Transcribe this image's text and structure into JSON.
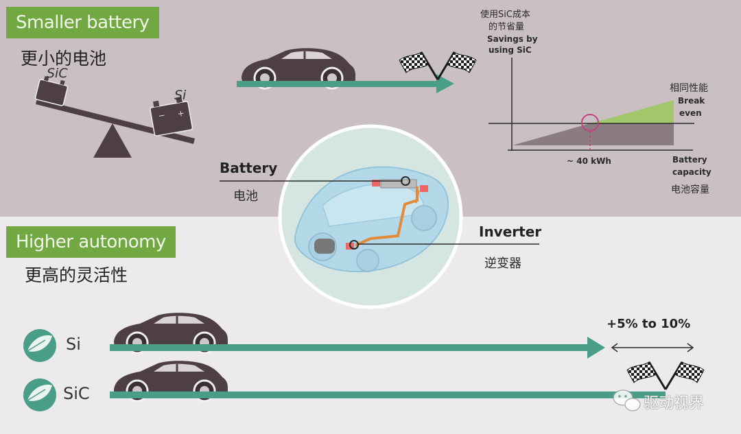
{
  "top": {
    "tag": "Smaller battery",
    "cn_title": "更小的电池",
    "sic_label": "SiC",
    "si_label": "Si"
  },
  "chart": {
    "ylabel_cn_line1": "使用SiC成本",
    "ylabel_cn_line2": "的节省量",
    "ylabel_en_line1": "Savings by",
    "ylabel_en_line2": "using SiC",
    "series_cn": "相同性能",
    "break_line1": "Break",
    "break_line2": "even",
    "marker": "~ 40 kWh",
    "xlabel_en_line1": "Battery",
    "xlabel_en_line2": "capacity",
    "xlabel_cn": "电池容量"
  },
  "center": {
    "battery_en": "Battery",
    "battery_cn": "电池",
    "inverter_en": "Inverter",
    "inverter_cn": "逆变器"
  },
  "bottom": {
    "tag": "Higher autonomy",
    "cn_title": "更高的灵活性",
    "row_si": "Si",
    "row_sic": "SiC",
    "gain": "+5% to 10%"
  },
  "watermark": "驱动视界",
  "colors": {
    "green_tag": "#72a842",
    "teal": "#4a9e88",
    "car": "#4e3f45",
    "chart_gray": "#8a7c80",
    "chart_green": "#a2c66a",
    "circle": "#c2427e"
  }
}
